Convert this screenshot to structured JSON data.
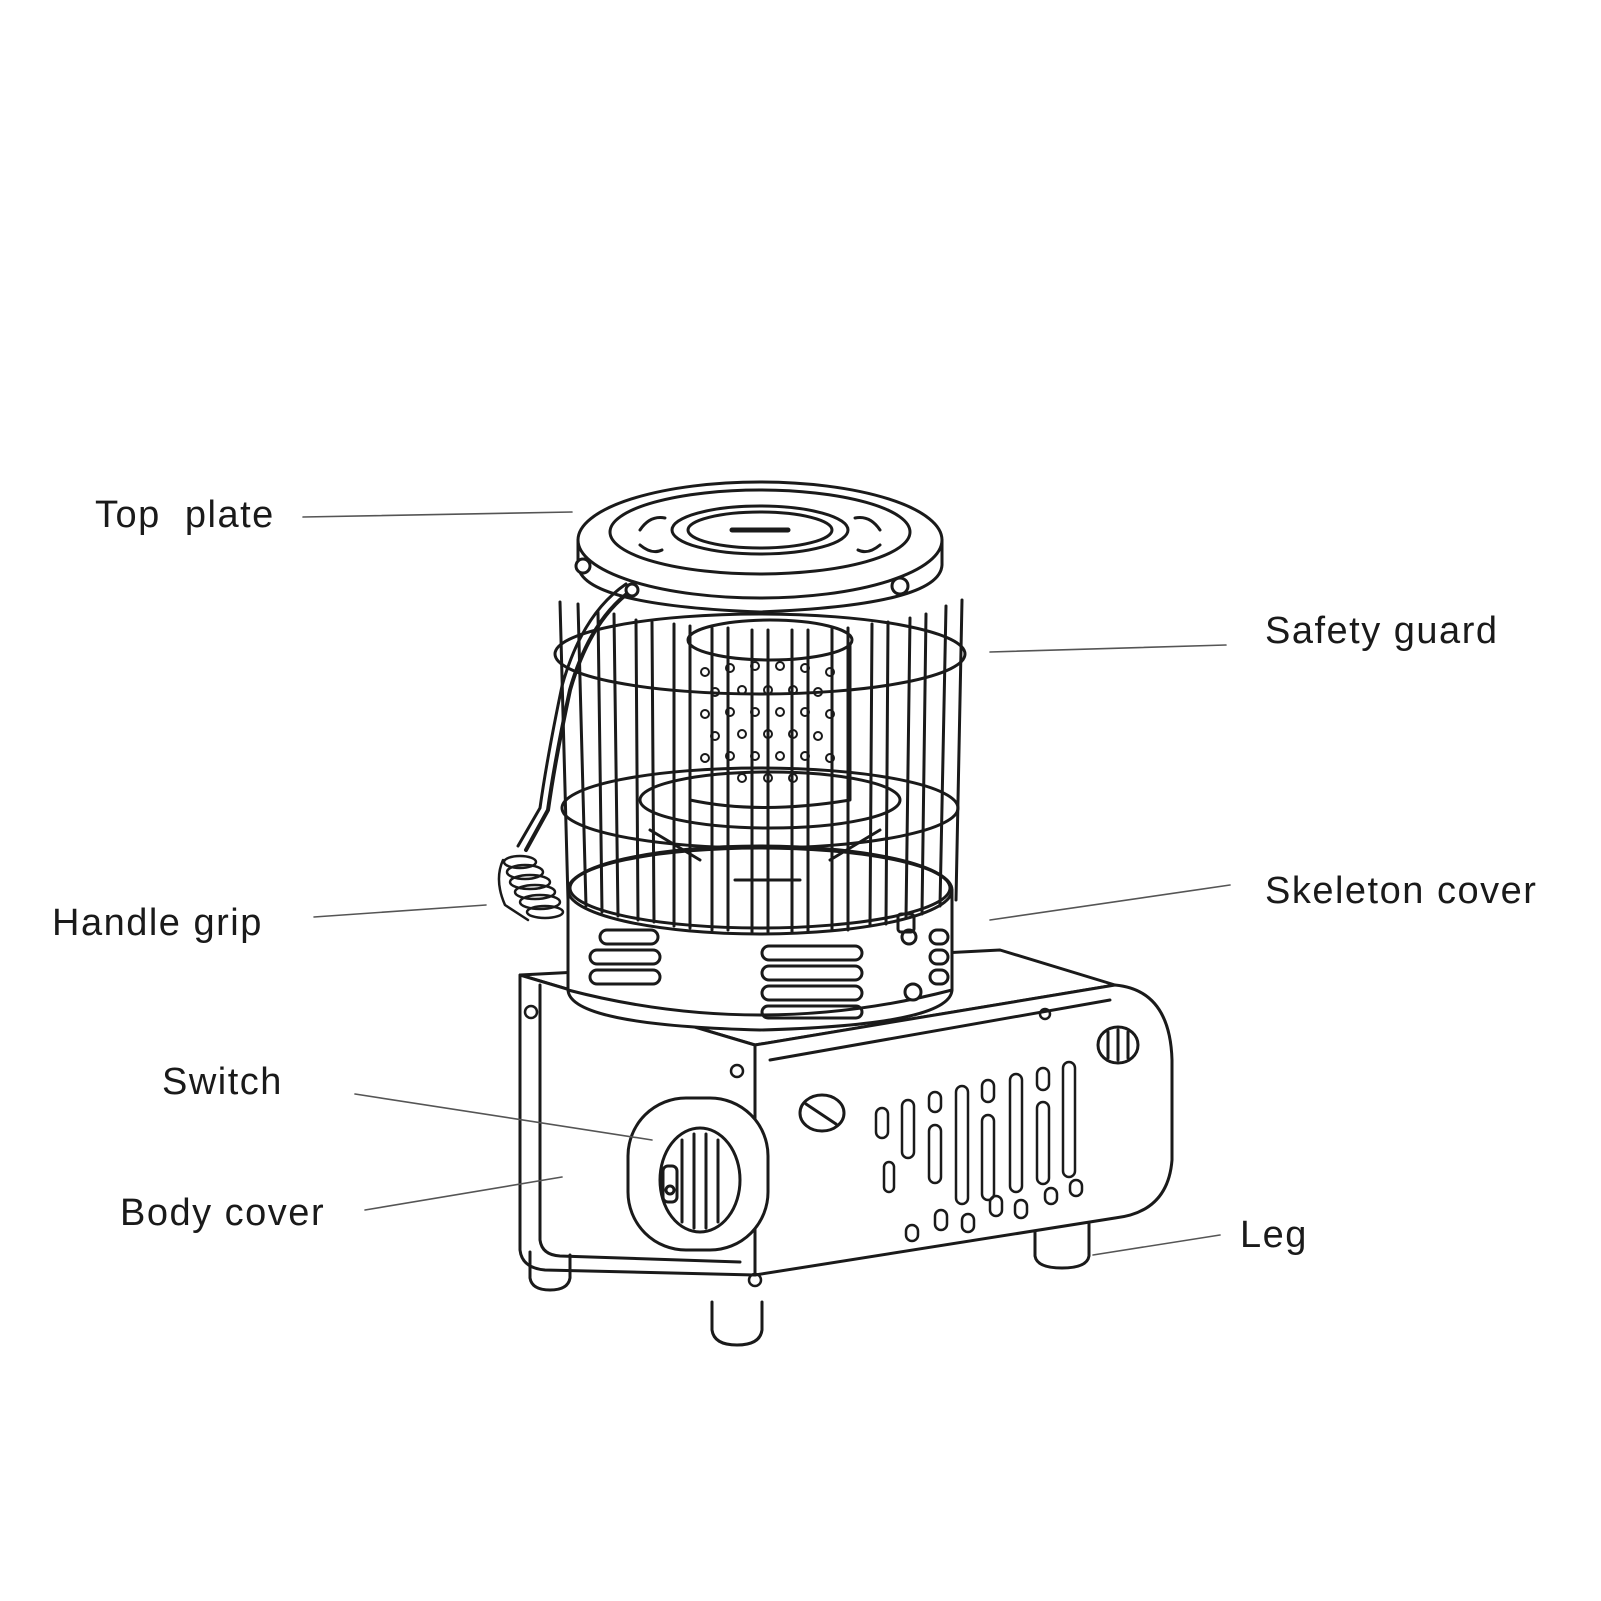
{
  "labels": {
    "top_plate": "Top  plate",
    "safety_guard": "Safety guard",
    "handle_grip": "Handle grip",
    "skeleton_cover": "Skeleton cover",
    "switch": "Switch",
    "body_cover": "Body cover",
    "leg": "Leg"
  },
  "colors": {
    "line": "#1a1a1a",
    "leader": "#555555",
    "background": "#ffffff"
  }
}
